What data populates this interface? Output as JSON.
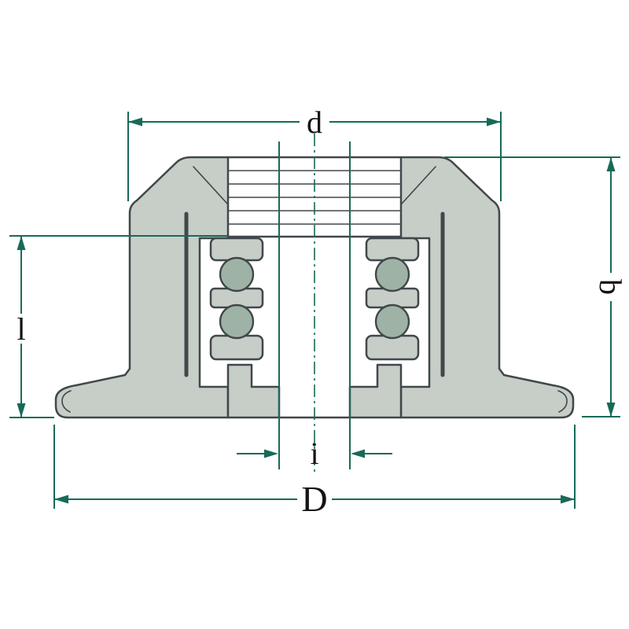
{
  "labels": {
    "d": "d",
    "b": "b",
    "l": "l",
    "i": "i",
    "D": "D"
  },
  "colors": {
    "background": "#ffffff",
    "part_fill": "#c6cec7",
    "part_stroke": "#41474a",
    "ball_fill": "#9eb3a6",
    "dim_color": "#186a58",
    "label_color": "#141414"
  }
}
